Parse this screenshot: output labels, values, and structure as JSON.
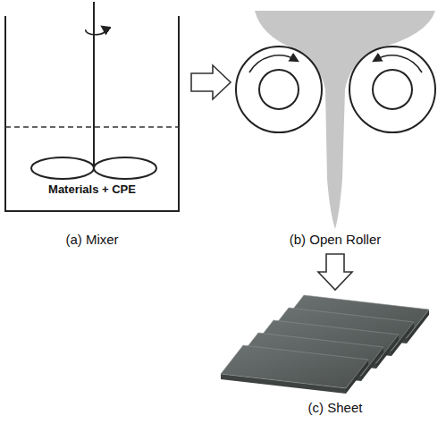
{
  "diagram": {
    "nodes": [
      {
        "text": [
          "Materials + CPE",
          "(a) Mixer"
        ]
      },
      {
        "text": [
          "(b) Open Roller"
        ]
      },
      {
        "text": [
          "(c) Sheet"
        ]
      }
    ],
    "edges": [
      {
        "from": 0,
        "to": 1,
        "arrow": "to"
      },
      {
        "from": 1,
        "to": 2,
        "arrow": "to"
      }
    ]
  }
}
